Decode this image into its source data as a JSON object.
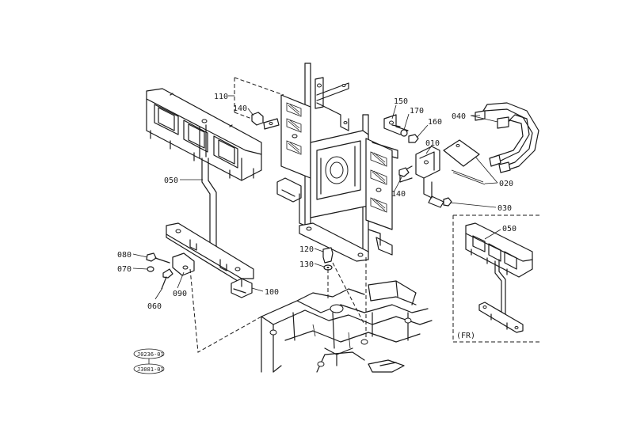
{
  "labels": {
    "p110": "110",
    "p140a": "140",
    "p150": "150",
    "p170": "170",
    "p160": "160",
    "p040": "040",
    "p010": "010",
    "p020": "020",
    "p140b": "140",
    "p030": "030",
    "p050": "050",
    "p050fr": "050",
    "p120": "120",
    "p130": "130",
    "p080": "080",
    "p070": "070",
    "p060": "060",
    "p090": "090",
    "p100": "100",
    "fr": "(FR)"
  },
  "refs": {
    "ref1": "J0236-01",
    "ref2": "J3081-01"
  }
}
